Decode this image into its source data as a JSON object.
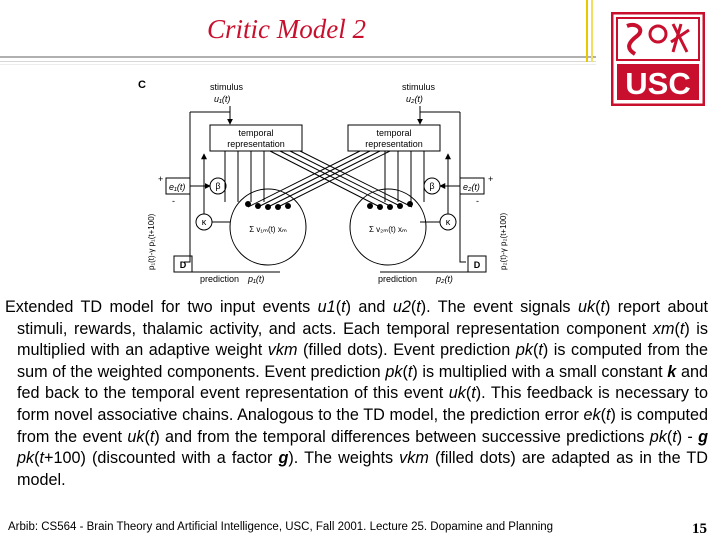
{
  "slide": {
    "title": "Critic Model 2",
    "footer": "Arbib: CS564 - Brain Theory and Artificial Intelligence, USC, Fall 2001. Lecture 25. Dopamine and Planning",
    "page_number": "15"
  },
  "logo": {
    "text": "USC"
  },
  "diagram": {
    "panel_label": "C",
    "stimulus_left": "stimulus",
    "stimulus_left_var": "u₁(t)",
    "stimulus_right": "stimulus",
    "stimulus_right_var": "u₂(t)",
    "temporal_left_1": "temporal",
    "temporal_left_2": "representation",
    "temporal_right_1": "temporal",
    "temporal_right_2": "representation",
    "error_left": "e₁(t)",
    "error_right": "e₂(t)",
    "beta": "β",
    "kappa": "κ",
    "d_label": "D",
    "sum_left": "Σ v₁ₘ(t) xₘ",
    "sum_right": "Σ v₂ₘ(t) xₘ",
    "prediction_left": "prediction",
    "prediction_left_var": "p₁(t)",
    "prediction_right": "prediction",
    "prediction_right_var": "p₂(t)",
    "vertical_left": "p₁(t)-γ p₁(t+100)",
    "vertical_right": "p₂(t)-γ p₂(t+100)",
    "plus": "+",
    "minus": "-"
  },
  "caption": {
    "s1": "Extended TD model for two input events ",
    "u1": "u1",
    "s2": "(",
    "t1": "t",
    "s3": ") and ",
    "u2": "u2",
    "s4": "(",
    "t2": "t",
    "s5": "). The event signals ",
    "uk1": "uk",
    "s6": "(",
    "t3": "t",
    "s7": ") report about stimuli, rewards, thalamic activity, and acts. Each temporal representation component ",
    "xm": "xm",
    "s8": "(",
    "t4": "t",
    "s9": ") is multiplied with an adaptive weight ",
    "vkm1": "vkm",
    "s10": " (filled dots). Event prediction ",
    "pk1": "pk",
    "s11": "(",
    "t5": "t",
    "s12": ") is computed from the sum of the weighted components. Event prediction ",
    "pk2": "pk",
    "s13": "(",
    "t6": "t",
    "s14": ") is multiplied with a small constant ",
    "k": "k",
    "s15": " and fed back to the temporal event representation of this event ",
    "uk2": "uk",
    "s16": "(",
    "t7": "t",
    "s17": "). This feedback is necessary to form novel associative chains. Analogous to the TD model, the prediction error ",
    "ek": "ek",
    "s18": "(",
    "t8": "t",
    "s19": ") is computed from the event ",
    "uk3": "uk",
    "s20": "(",
    "t9": "t",
    "s21": ") and from the temporal differences between successive predictions ",
    "pk3": "pk",
    "s22": "(",
    "t10": "t",
    "s23": ") - ",
    "g1": "g",
    "s24": " ",
    "pk4": "pk",
    "s25": "(",
    "t11": "t",
    "s26": "+100) (discounted with a factor ",
    "g2": "g",
    "s27": "). The weights ",
    "vkm2": "vkm",
    "s28": " (filled dots) are adapted as in the TD model."
  },
  "colors": {
    "title": "#c8102e",
    "logo_red": "#c8102e",
    "accent_yellow": "#e8c800"
  }
}
